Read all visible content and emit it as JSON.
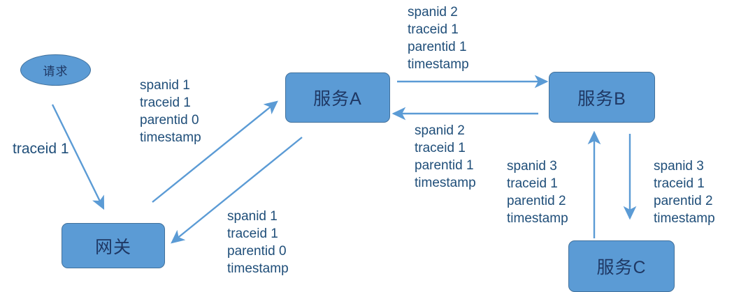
{
  "diagram": {
    "title": "distributed-tracing-span-propagation",
    "colors": {
      "node_fill": "#5B9BD5",
      "node_stroke": "#41719C",
      "node_text": "#1F3864",
      "arrow": "#5B9BD5",
      "label_text": "#1F4E79",
      "background": "#FFFFFF"
    },
    "nodes": [
      {
        "id": "request",
        "label": "请求",
        "shape": "ellipse"
      },
      {
        "id": "gateway",
        "label": "网关",
        "shape": "rect"
      },
      {
        "id": "service_a",
        "label": "服务A",
        "shape": "rect"
      },
      {
        "id": "service_b",
        "label": "服务B",
        "shape": "rect"
      },
      {
        "id": "service_c",
        "label": "服务C",
        "shape": "rect"
      }
    ],
    "labels": [
      {
        "id": "entry_trace",
        "lines": [
          "traceid 1"
        ],
        "text": "traceid 1"
      },
      {
        "id": "gw_to_a",
        "lines": [
          "spanid 1",
          "traceid 1",
          "parentid 0",
          "timestamp"
        ],
        "line1": "spanid 1",
        "line2": "traceid 1",
        "line3": "parentid 0",
        "line4": "timestamp"
      },
      {
        "id": "a_to_gw",
        "lines": [
          "spanid 1",
          "traceid 1",
          "parentid 0",
          "timestamp"
        ],
        "line1": "spanid 1",
        "line2": "traceid 1",
        "line3": "parentid 0",
        "line4": "timestamp"
      },
      {
        "id": "a_to_b",
        "lines": [
          "spanid 2",
          "traceid 1",
          "parentid 1",
          "timestamp"
        ],
        "line1": "spanid 2",
        "line2": "traceid 1",
        "line3": "parentid 1",
        "line4": "timestamp"
      },
      {
        "id": "b_to_a",
        "lines": [
          "spanid 2",
          "traceid 1",
          "parentid 1",
          "timestamp"
        ],
        "line1": "spanid 2",
        "line2": "traceid 1",
        "line3": "parentid 1",
        "line4": "timestamp"
      },
      {
        "id": "c_to_b",
        "lines": [
          "spanid 3",
          "traceid 1",
          "parentid 2",
          "timestamp"
        ],
        "line1": "spanid 3",
        "line2": "traceid 1",
        "line3": "parentid 2",
        "line4": "timestamp"
      },
      {
        "id": "b_to_c",
        "lines": [
          "spanid 3",
          "traceid 1",
          "parentid 2",
          "timestamp"
        ],
        "line1": "spanid 3",
        "line2": "traceid 1",
        "line3": "parentid 2",
        "line4": "timestamp"
      }
    ],
    "edges": [
      {
        "id": "request-to-gateway",
        "from": "请求",
        "to": "网关"
      },
      {
        "id": "gateway-to-service-a",
        "from": "网关",
        "to": "服务A"
      },
      {
        "id": "service-a-to-gateway",
        "from": "服务A",
        "to": "网关"
      },
      {
        "id": "service-a-to-service-b",
        "from": "服务A",
        "to": "服务B"
      },
      {
        "id": "service-b-to-service-a",
        "from": "服务B",
        "to": "服务A"
      },
      {
        "id": "service-c-to-service-b",
        "from": "服务C",
        "to": "服务B"
      },
      {
        "id": "service-b-to-service-c",
        "from": "服务B",
        "to": "服务C"
      }
    ]
  }
}
